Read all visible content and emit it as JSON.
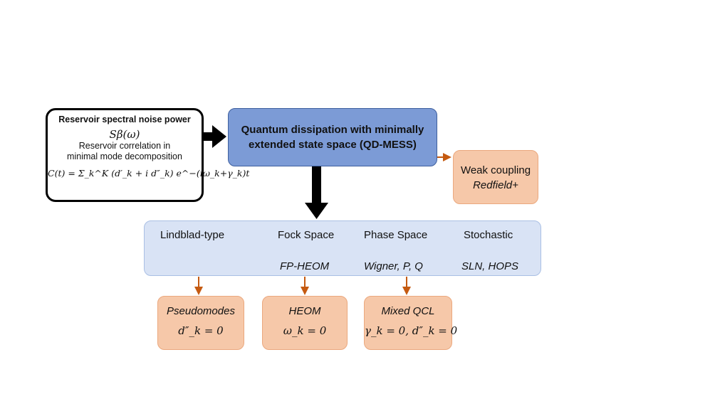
{
  "reservoir": {
    "heading": "Reservoir spectral noise power",
    "spectrum_symbol": "Sβ(ω)",
    "line1": "Reservoir correlation in",
    "line2": "minimal mode decomposition",
    "formula": "C(t) = Σ_k^K (d′_k + i d″_k) e^−(iω_k+γ_k)t"
  },
  "qd_mess": {
    "line1": "Quantum dissipation with minimally",
    "line2": "extended state space (QD-MESS)"
  },
  "weak": {
    "title": "Weak coupling",
    "subtitle": "Redfield+"
  },
  "methods": {
    "columns": [
      {
        "title": "Lindblad-type",
        "subtitle": ""
      },
      {
        "title": "Fock Space",
        "subtitle": "FP-HEOM"
      },
      {
        "title": "Phase Space",
        "subtitle": "Wigner, P, Q"
      },
      {
        "title": "Stochastic",
        "subtitle": "SLN, HOPS"
      }
    ]
  },
  "leaves": [
    {
      "title": "Pseudomodes",
      "condition": "d″_k = 0"
    },
    {
      "title": "HEOM",
      "condition": "ω_k = 0"
    },
    {
      "title": "Mixed QCL",
      "condition": "γ_k = 0, d″_k = 0"
    }
  ],
  "colors": {
    "qd_box": "#7c9bd6",
    "methods_box": "#d9e3f5",
    "leaf_box": "#f6c8a9",
    "orange_arrow": "#c55a11",
    "black_arrow": "#000000"
  }
}
